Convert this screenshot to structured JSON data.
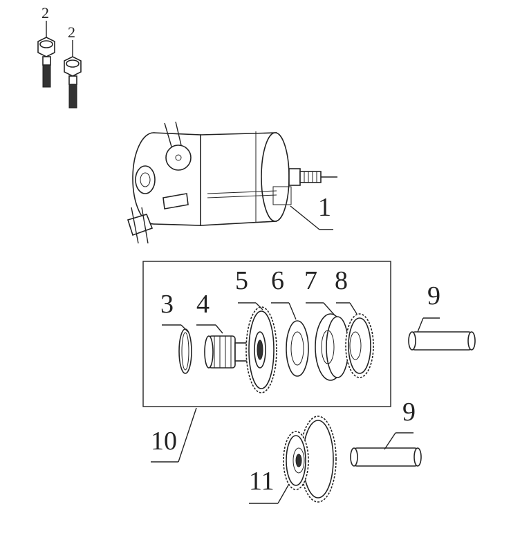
{
  "diagram": {
    "callouts": {
      "bolt_a": "2",
      "bolt_b": "2",
      "motor": "1",
      "snap_ring": "3",
      "pinion": "4",
      "idler_gear": "5",
      "washer": "6",
      "clutch": "7",
      "gear_8": "8",
      "shaft_upper": "9",
      "shaft_lower": "9",
      "assembly": "10",
      "reduction_gear": "11"
    }
  }
}
